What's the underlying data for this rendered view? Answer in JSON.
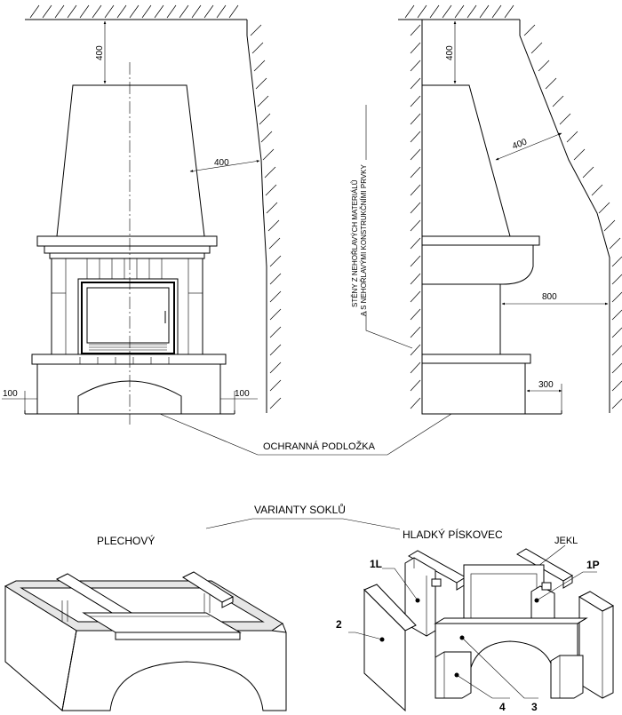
{
  "front_view": {
    "dim_top": "400",
    "dim_side": "400",
    "dim_left": "100",
    "dim_right": "100"
  },
  "side_view": {
    "dim_top": "400",
    "dim_hood": "400",
    "dim_front": "800",
    "dim_base": "300",
    "wall_note_line1": "STĚNY Z NEHOŘLAVÝCH MATERIÁLŮ",
    "wall_note_line2": "A S NEHOŘLAVÝMI KONSTRUKČNÍMI PRVKY"
  },
  "protective_pad_label": "OCHRANNÁ PODLOŽKA",
  "plinth_variants_title": "VARIANTY SOKLŮ",
  "variant_sheet_metal": "PLECHOVÝ",
  "variant_smooth_sandstone": "HLADKÝ PÍSKOVEC",
  "part_labels": {
    "jekl": "JEKL",
    "p1l": "1L",
    "p1p": "1P",
    "p2": "2",
    "p3": "3",
    "p4": "4"
  }
}
